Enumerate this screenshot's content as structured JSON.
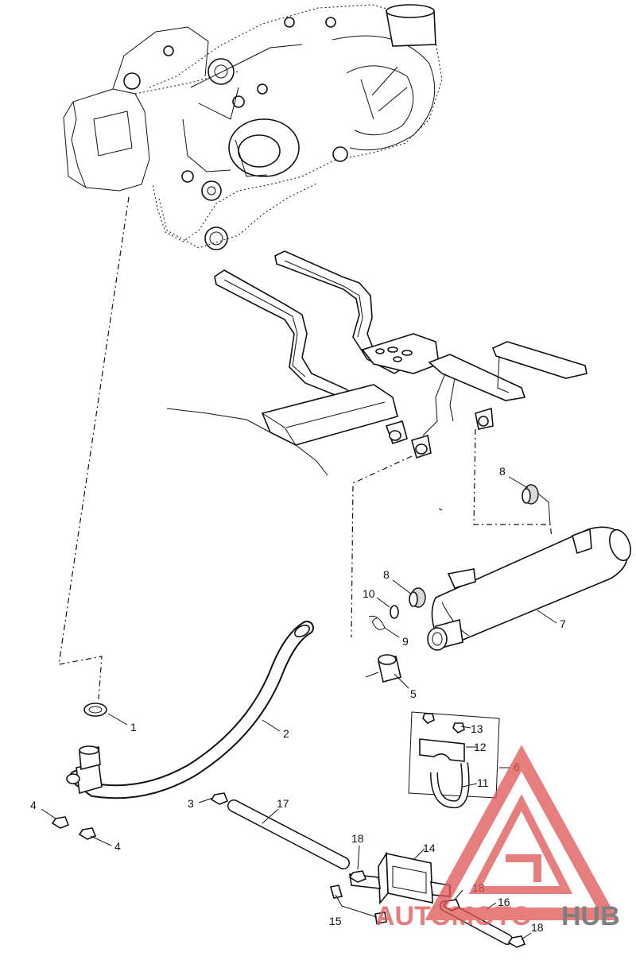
{
  "callouts": [
    {
      "id": "c1",
      "text": "1"
    },
    {
      "id": "c2",
      "text": "2"
    },
    {
      "id": "c3",
      "text": "3"
    },
    {
      "id": "c4a",
      "text": "4"
    },
    {
      "id": "c4b",
      "text": "4"
    },
    {
      "id": "c5",
      "text": "5"
    },
    {
      "id": "c6",
      "text": "6"
    },
    {
      "id": "c7",
      "text": "7"
    },
    {
      "id": "c8a",
      "text": "8"
    },
    {
      "id": "c8b",
      "text": "8"
    },
    {
      "id": "c9",
      "text": "9"
    },
    {
      "id": "c10",
      "text": "10"
    },
    {
      "id": "c11",
      "text": "11"
    },
    {
      "id": "c12",
      "text": "12"
    },
    {
      "id": "c13",
      "text": "13"
    },
    {
      "id": "c14",
      "text": "14"
    },
    {
      "id": "c15",
      "text": "15"
    },
    {
      "id": "c16",
      "text": "16"
    },
    {
      "id": "c17",
      "text": "17"
    },
    {
      "id": "c18a",
      "text": "18"
    },
    {
      "id": "c18b",
      "text": "18"
    },
    {
      "id": "c18c",
      "text": "18"
    }
  ],
  "watermark": {
    "text_a": "AUTOMOTO",
    "text_b": "HUB",
    "color_red": "#e05454",
    "color_gray": "#555555"
  }
}
